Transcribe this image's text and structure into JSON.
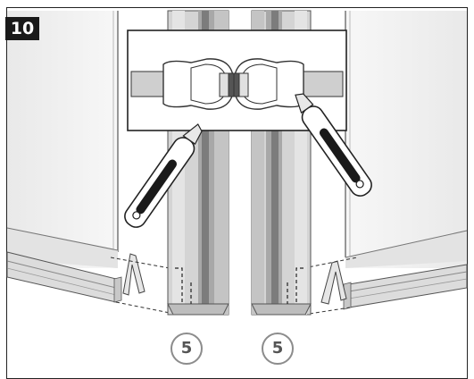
{
  "step": {
    "number": "10"
  },
  "labels": {
    "left_part": "5",
    "right_part": "5"
  },
  "colors": {
    "line": "#444444",
    "glass": "#f1f1f1",
    "seal": "#d6d6d6",
    "seal_dark": "#8a8a8a",
    "badge": "#1a1a1a"
  },
  "icons": [
    "utility-knife-icon",
    "magnetic-seal-detail-icon"
  ]
}
